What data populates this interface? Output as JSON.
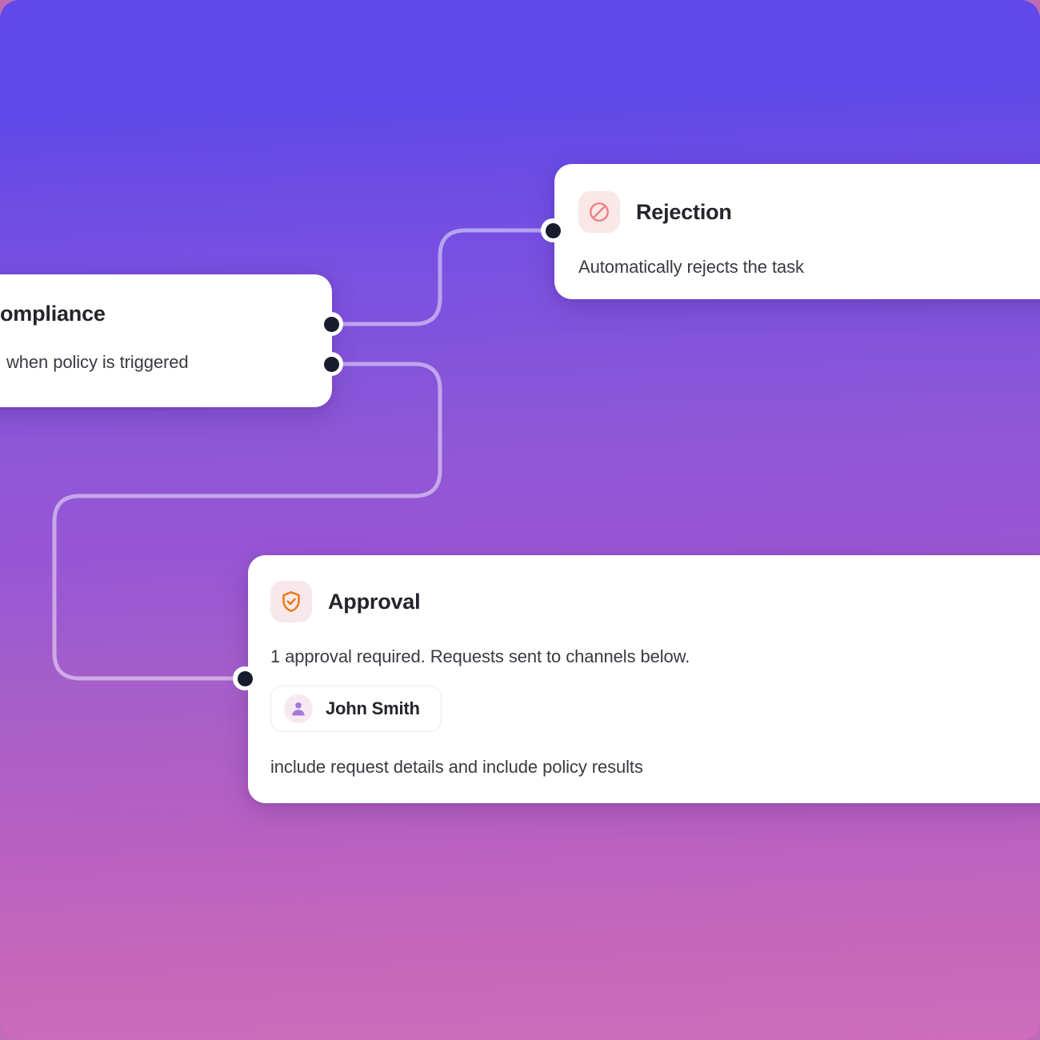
{
  "canvas": {
    "background_top_color": "#6049E8",
    "background_mid_color": "#9756D4",
    "background_bottom_color": "#CE6DB9",
    "connector_color": "#B79AE8",
    "port_color": "#191B2E"
  },
  "nodes": {
    "compliance": {
      "title": "ompliance",
      "description": "when policy is triggered",
      "ports": [
        "output-top",
        "output-bottom"
      ]
    },
    "rejection": {
      "icon": "prohibition-icon",
      "icon_color": "#F08080",
      "icon_bg": "#FAE7E7",
      "title": "Rejection",
      "description": "Automatically rejects the task"
    },
    "approval": {
      "icon": "shield-check-icon",
      "icon_color": "#EE7711",
      "icon_bg": "#F7E8EC",
      "title": "Approval",
      "description": "1 approval required. Requests sent to channels below.",
      "channels": [
        {
          "avatar": "person-avatar-icon",
          "name": "John Smith"
        }
      ],
      "footer": "include request details and include policy results"
    }
  }
}
